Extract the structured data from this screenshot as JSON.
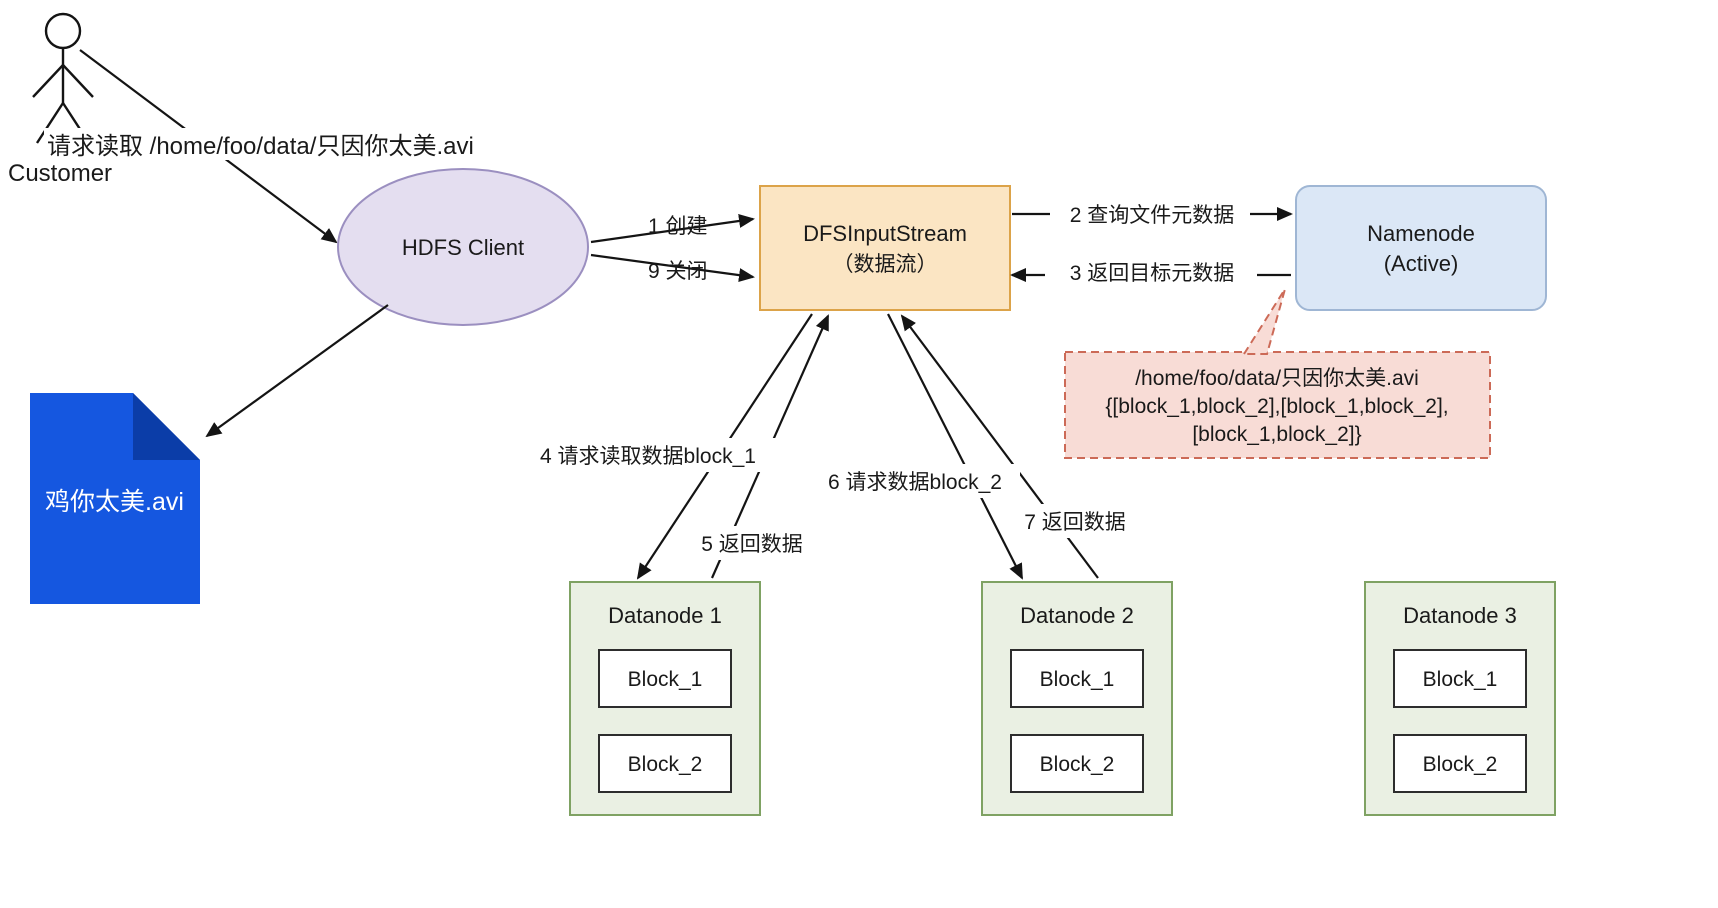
{
  "diagram": {
    "customer": {
      "label": "Customer",
      "request": "请求读取 /home/foo/data/只因你太美.avi"
    },
    "hdfs_client": {
      "label": "HDFS Client"
    },
    "output_file": {
      "label": "鸡你太美.avi"
    },
    "dfs_stream": {
      "title": "DFSInputStream",
      "subtitle": "（数据流）"
    },
    "namenode": {
      "title": "Namenode",
      "subtitle": "(Active)"
    },
    "metadata_callout": {
      "line1": "/home/foo/data/只因你太美.avi",
      "line2": "{[block_1,block_2],[block_1,block_2],",
      "line3": "[block_1,block_2]}"
    },
    "steps": {
      "step1": "1 创建",
      "step9": "9 关闭",
      "step2": "2 查询文件元数据",
      "step3": "3 返回目标元数据",
      "step4": "4 请求读取数据block_1",
      "step5": "5 返回数据",
      "step6": "6 请求数据block_2",
      "step7": "7 返回数据"
    },
    "datanodes": [
      {
        "title": "Datanode 1",
        "blocks": [
          "Block_1",
          "Block_2"
        ]
      },
      {
        "title": "Datanode 2",
        "blocks": [
          "Block_1",
          "Block_2"
        ]
      },
      {
        "title": "Datanode 3",
        "blocks": [
          "Block_1",
          "Block_2"
        ]
      }
    ],
    "colors": {
      "client_fill": "#e4def0",
      "client_stroke": "#9b8fc0",
      "stream_fill": "#fbe5c3",
      "stream_stroke": "#dca349",
      "namenode_fill": "#dbe7f6",
      "namenode_stroke": "#9fb6d4",
      "callout_fill": "#f8dcd6",
      "callout_stroke": "#cc6a57",
      "datanode_fill": "#eaf0e3",
      "datanode_stroke": "#7fa263",
      "file_fill": "#1557e0",
      "file_fold": "#0b3da8"
    }
  }
}
